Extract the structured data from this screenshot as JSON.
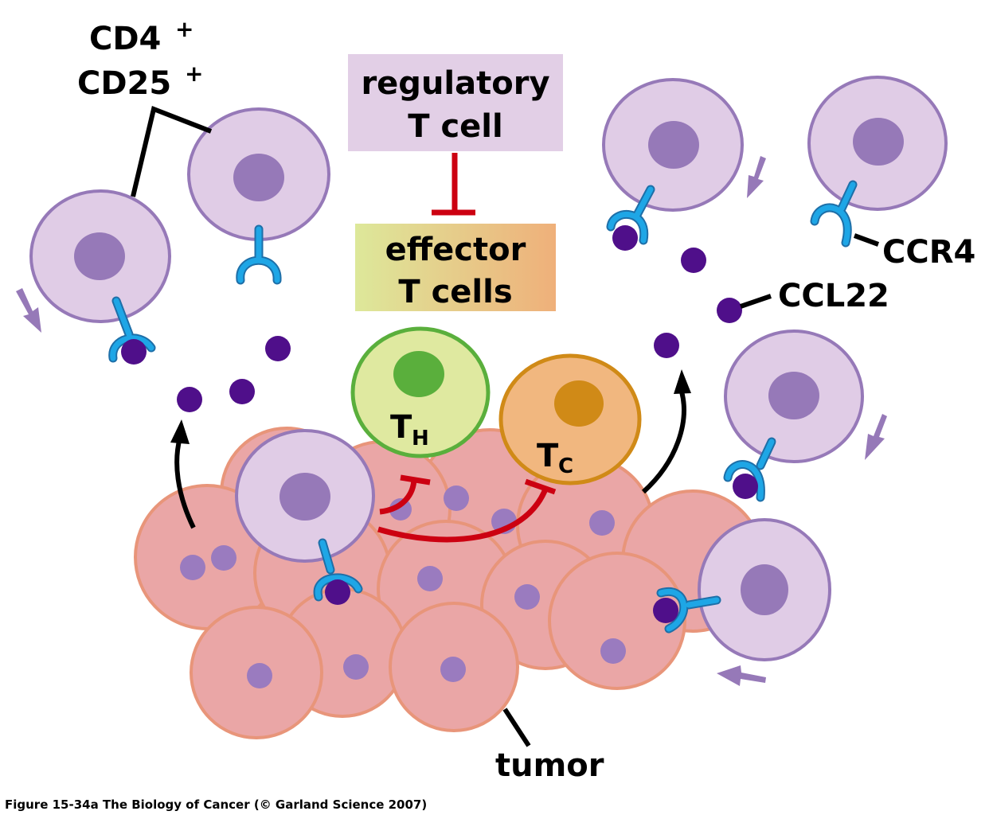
{
  "labels": {
    "cd4": "CD4",
    "cd25": "CD25",
    "plus": "+",
    "regulatory_line1": "regulatory",
    "regulatory_line2": "T cell",
    "effector_line1": "effector",
    "effector_line2": "T cells",
    "th_main": "T",
    "th_sub": "H",
    "tc_main": "T",
    "tc_sub": "C",
    "ccr4": "CCR4",
    "ccl22": "CCL22",
    "tumor": "tumor"
  },
  "caption": "Figure 15-34a  The Biology of Cancer (© Garland Science 2007)",
  "colors": {
    "regulatory_box": "#e2cfe6",
    "effector_gradient_start": "#dde89a",
    "effector_gradient_end": "#efb07a",
    "inhibition": "#cc0011",
    "treg_cell": "#e0cce6",
    "treg_nucleus": "#9679b8",
    "th_cell": "#dfe9a0",
    "th_border": "#5aaf3c",
    "tc_cell": "#f1b77f",
    "tc_border": "#d08a17",
    "tumor_cell": "#eaa6a6",
    "tumor_border": "#e8957a",
    "receptor": "#1ea6e6",
    "ligand": "#4f0f8a"
  }
}
